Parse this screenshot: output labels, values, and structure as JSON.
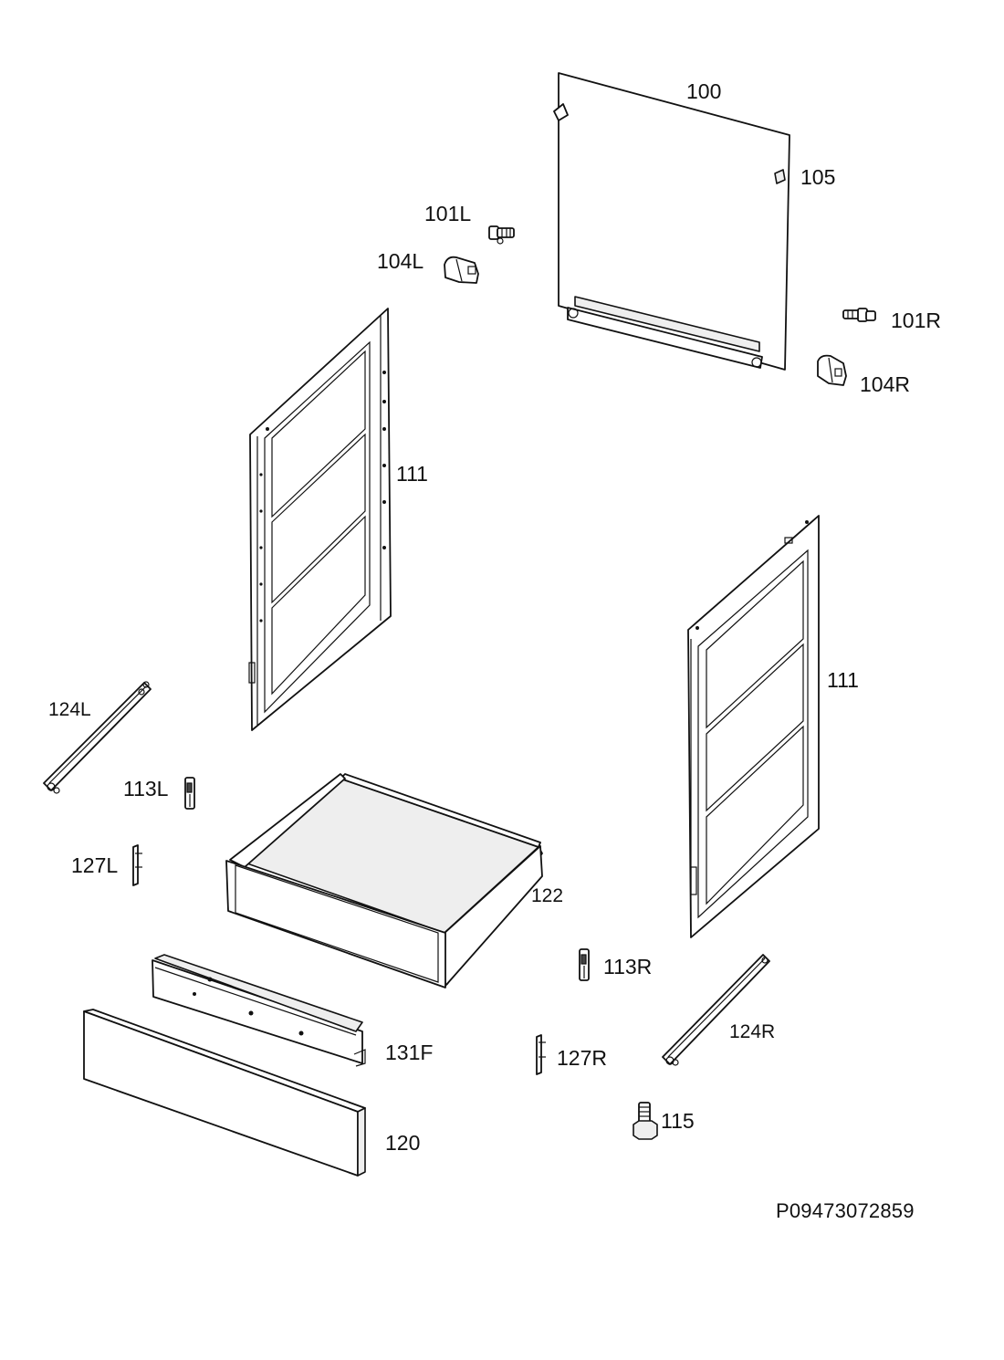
{
  "labels": {
    "part_100": "100",
    "part_105": "105",
    "part_101L": "101L",
    "part_104L": "104L",
    "part_101R": "101R",
    "part_104R": "104R",
    "part_111_left": "111",
    "part_111_right": "111",
    "part_124L": "124L",
    "part_113L": "113L",
    "part_127L": "127L",
    "part_122": "122",
    "part_113R": "113R",
    "part_124R": "124R",
    "part_131F": "131F",
    "part_127R": "127R",
    "part_115": "115",
    "part_120": "120"
  },
  "reference_code": "P09473072859"
}
